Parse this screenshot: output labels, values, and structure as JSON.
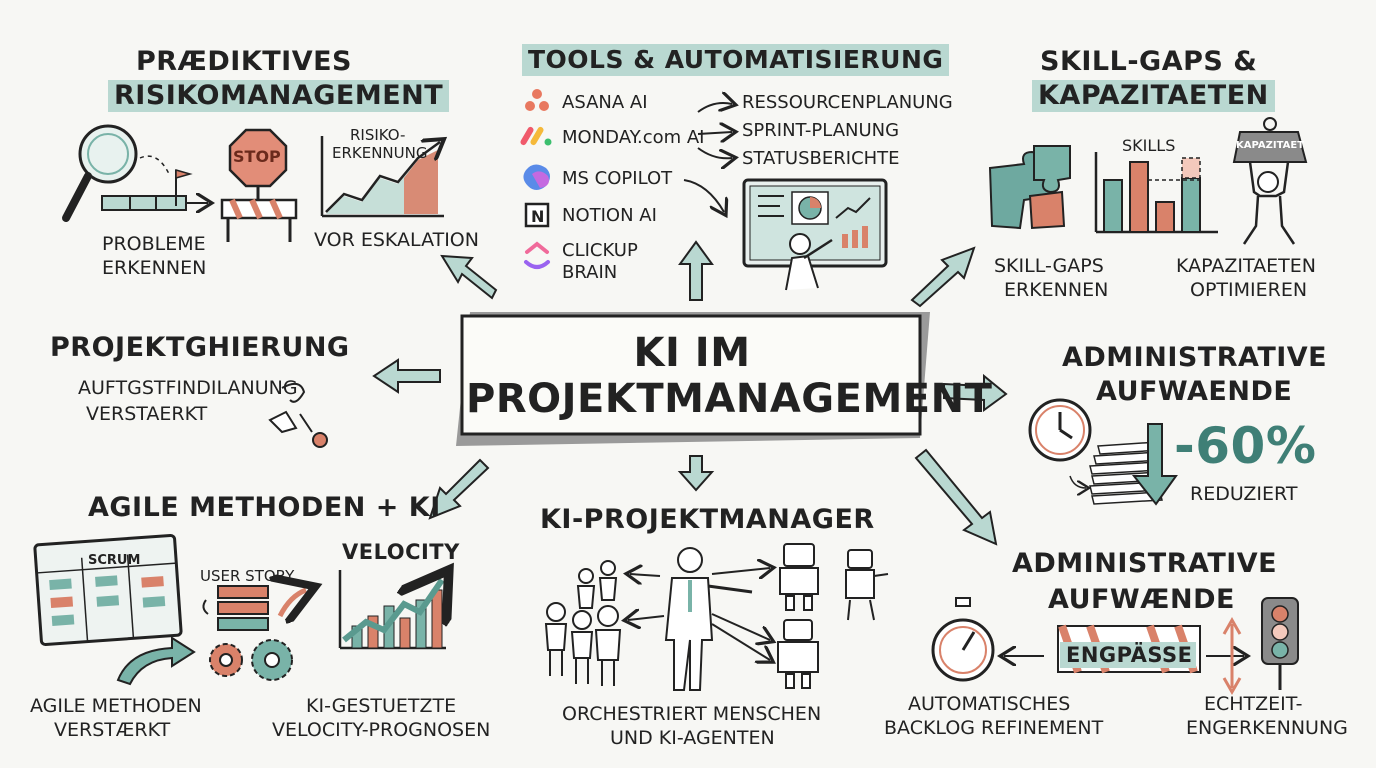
{
  "center": {
    "line1": "KI IM",
    "line2": "PROJEKTMANAGEMENT"
  },
  "risk": {
    "title1": "PRÆDIKTIVES",
    "title2": "RISIKOMANAGEMENT",
    "stop_sign": "STOP",
    "chart_label1": "RISIKO-",
    "chart_label2": "ERKENNUNG",
    "probleme1": "PROBLEME",
    "probleme2": "ERKENNEN",
    "eskalation": "VOR ESKALATION"
  },
  "tools": {
    "title": "TOOLS & AUTOMATISIERUNG",
    "items": [
      "ASANA AI",
      "MONDAY.com AI",
      "MS COPILOT",
      "NOTION AI",
      "CLICKUP",
      "BRAIN"
    ],
    "outputs": [
      "RESSOURCENPLANUNG",
      "SPRINT-PLANUNG",
      "STATUSBERICHTE"
    ]
  },
  "skills": {
    "title1": "SKILL-GAPS &",
    "title2": "KAPAZITAETEN",
    "chart_label": "SKILLS",
    "weight_label": "KAPAZITAET",
    "gaps1": "SKILL-GAPS",
    "gaps2": "ERKENNEN",
    "cap1": "KAPAZITAETEN",
    "cap2": "OPTIMIEREN"
  },
  "projekt": {
    "title": "PROJEKTGHIERUNG",
    "sub1": "AUFTGSTFINDILANUNG",
    "sub2": "VERSTAERKT"
  },
  "admin1": {
    "title1": "ADMINISTRATIVE",
    "title2": "AUFWAENDE",
    "percent": "-60%",
    "reduziert": "REDUZIERT"
  },
  "agile": {
    "title": "AGILE METHODEN + KI",
    "scrum": "SCRUM",
    "user_story": "USER STORY",
    "velocity": "VELOCITY",
    "verstaerkt1": "AGILE METHODEN",
    "verstaerkt2": "VERSTÆRKT",
    "prognose1": "KI-GESTUETZTE",
    "prognose2": "VELOCITY-PROGNOSEN"
  },
  "kipm": {
    "title": "KI-PROJEKTMANAGER",
    "sub1": "ORCHESTRIERT MENSCHEN",
    "sub2": "UND KI-AGENTEN"
  },
  "admin2": {
    "title1": "ADMINISTRATIVE",
    "title2": "AUFWÆNDE",
    "engpaesse": "ENGPÄSSE",
    "backlog1": "AUTOMATISCHES",
    "backlog2": "BACKLOG REFINEMENT",
    "echtzeit1": "ECHTZEIT-",
    "echtzeit2": "ENGERKENNUNG"
  },
  "colors": {
    "teal": "#79b3a8",
    "teal_light": "#b9d8d1",
    "terracotta": "#d9826a",
    "ink": "#222222"
  }
}
